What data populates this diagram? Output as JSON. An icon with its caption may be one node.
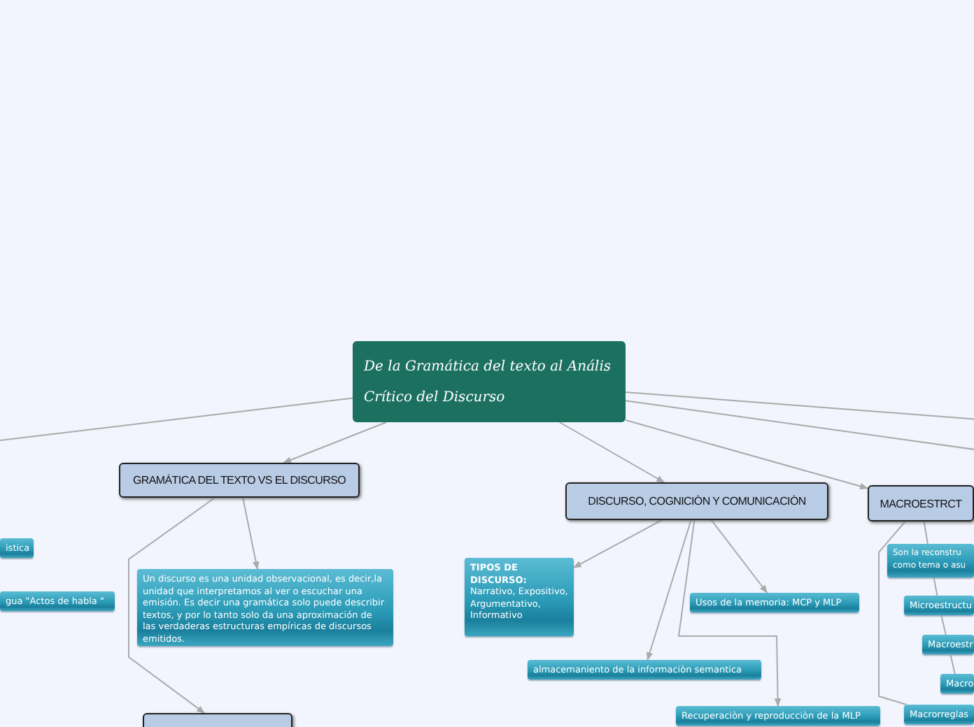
{
  "diagram": {
    "nodes": [
      {
        "text": [
          "De la Gramática del texto al Anális Crítico del Discurso"
        ]
      },
      {
        "text": [
          "GRAMÁTICA DEL TEXTO VS EL DISCURSO"
        ]
      },
      {
        "text": [
          "DISCURSO, COGNICIÒN Y COMUNICACIÒN"
        ]
      },
      {
        "text": [
          "MACROESTRCT"
        ]
      },
      {
        "text": [
          "istica"
        ]
      },
      {
        "text": [
          "gua \"Actos de habla \""
        ]
      },
      {
        "text": [
          "Un discurso es una unidad observacional, es decir,la unidad que interpretamos al ver o escuchar una emisión. Es decir una gramática solo puede describir textos, y por lo tanto solo da una aproximación de las verdaderas estructuras empíricas de discursos emitidos."
        ]
      },
      {
        "text": [],
        "shape": "box"
      },
      {
        "text": [
          "**TIPOS DE DISCURSO:** Narrativo, Expositivo, Argumentativo, Informativo"
        ]
      },
      {
        "text": [
          "Usos de la memoria: MCP y MLP"
        ]
      },
      {
        "text": [
          "almacemaniento de la informaciòn semantica"
        ]
      },
      {
        "text": [
          "Recuperaciòn y reproducciòn de la MLP"
        ]
      },
      {
        "text": [
          "Son la reconstru como tema o asu"
        ]
      },
      {
        "text": [
          "Microestructu"
        ]
      },
      {
        "text": [
          "Macroestr"
        ]
      },
      {
        "text": [
          "Macro"
        ]
      },
      {
        "text": [
          "Macrorreglas"
        ]
      }
    ],
    "edges": [
      {
        "from": 0,
        "to": null,
        "arrow": "none"
      },
      {
        "from": 0,
        "to": 1,
        "arrow": "to"
      },
      {
        "from": 0,
        "to": 2,
        "arrow": "to"
      },
      {
        "from": 0,
        "to": 3,
        "arrow": "to"
      },
      {
        "from": 0,
        "to": null,
        "arrow": "none"
      },
      {
        "from": 0,
        "to": null,
        "arrow": "none"
      },
      {
        "from": 1,
        "to": 6,
        "arrow": "to"
      },
      {
        "from": 1,
        "to": 7,
        "arrow": "to"
      },
      {
        "from": 2,
        "to": 8,
        "arrow": "to"
      },
      {
        "from": 2,
        "to": 10,
        "arrow": "to"
      },
      {
        "from": 2,
        "to": 11,
        "arrow": "to"
      },
      {
        "from": 2,
        "to": 9,
        "arrow": "to"
      },
      {
        "from": 3,
        "to": 12,
        "arrow": "none"
      },
      {
        "from": 3,
        "to": 16,
        "arrow": "none"
      },
      {
        "from": 12,
        "to": 13,
        "arrow": "none"
      },
      {
        "from": 13,
        "to": 14,
        "arrow": "none"
      },
      {
        "from": 14,
        "to": 15,
        "arrow": "none"
      }
    ]
  }
}
